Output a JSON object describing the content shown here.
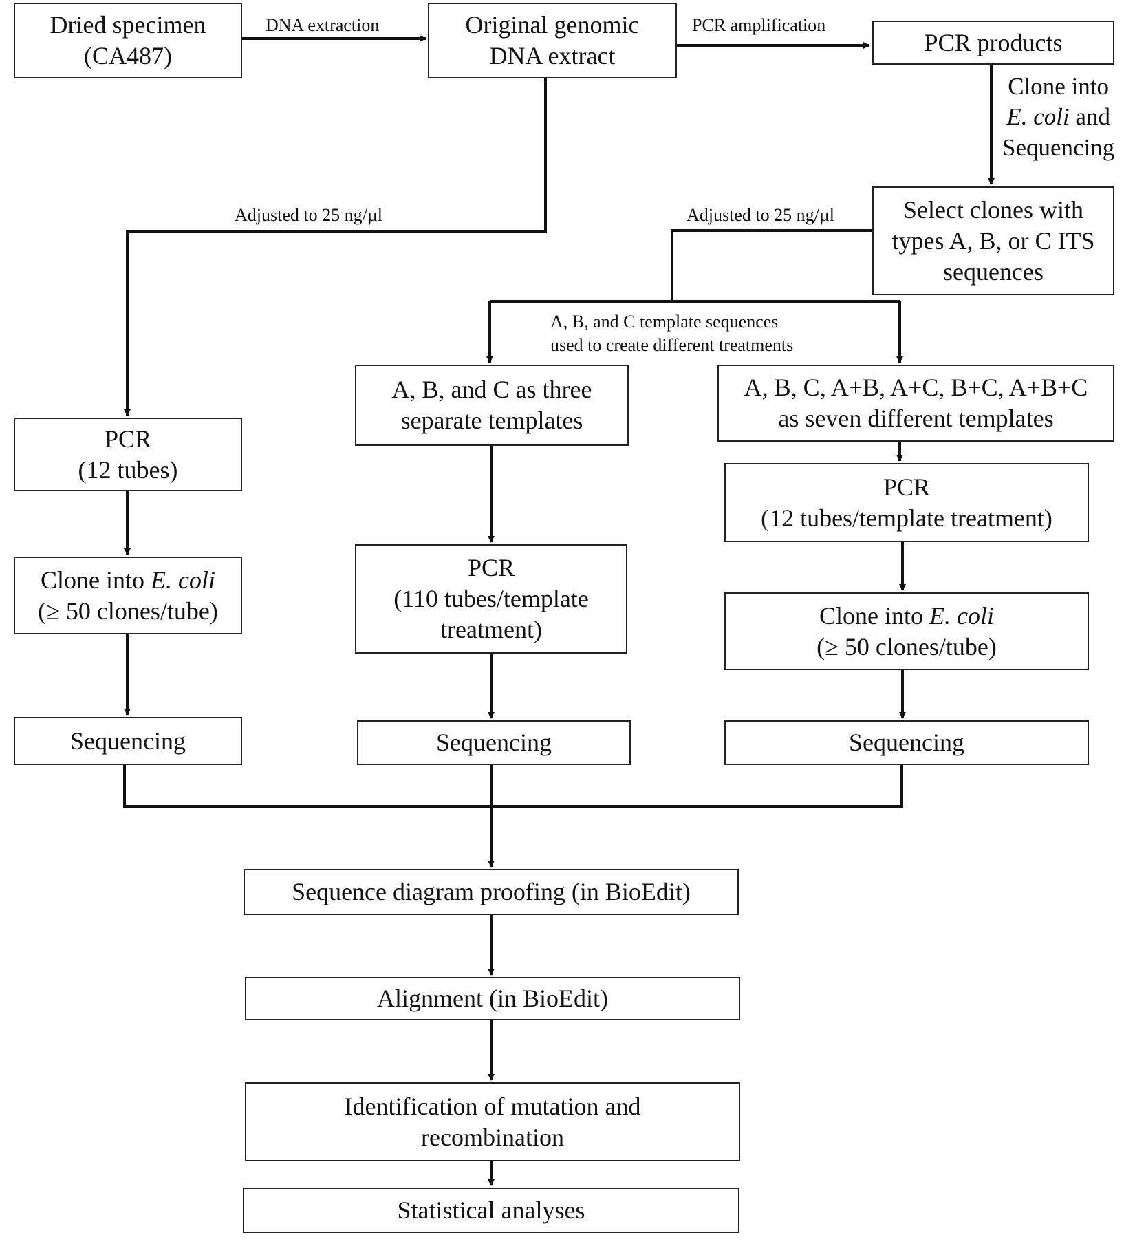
{
  "nodes": {
    "dried_specimen": [
      "Dried specimen",
      "(CA487)"
    ],
    "original_extract": [
      "Original genomic",
      "DNA extract"
    ],
    "pcr_products": [
      "PCR products"
    ],
    "select_clones": [
      "Select clones with",
      "types A, B, or C ITS",
      "sequences"
    ],
    "pcr_12": [
      "PCR",
      "(12 tubes)"
    ],
    "clone_left": {
      "prefix": "Clone into ",
      "italic": "E. coli",
      "line2": "(≥ 50 clones/tube)"
    },
    "seq_left": [
      "Sequencing"
    ],
    "abc_three": [
      "A, B, and C as three",
      "separate templates"
    ],
    "pcr_110": [
      "PCR",
      "(110 tubes/template",
      "treatment)"
    ],
    "seq_mid": [
      "Sequencing"
    ],
    "seven_templates": [
      "A, B, C, A+B, A+C, B+C, A+B+C",
      "as seven different templates"
    ],
    "pcr_12_template": [
      "PCR",
      "(12 tubes/template treatment)"
    ],
    "clone_right": {
      "prefix": "Clone into ",
      "italic": "E. coli",
      "line2": "(≥ 50 clones/tube)"
    },
    "seq_right": [
      "Sequencing"
    ],
    "proofing": [
      "Sequence diagram proofing (in BioEdit)"
    ],
    "alignment": [
      "Alignment (in BioEdit)"
    ],
    "identification": [
      "Identification of mutation and",
      "recombination"
    ],
    "statistical": [
      "Statistical analyses"
    ]
  },
  "edge_labels": {
    "dna_extraction": "DNA extraction",
    "pcr_amplification": "PCR amplification",
    "adjusted_left": "Adjusted to 25 ng/µl",
    "adjusted_right": "Adjusted to 25 ng/µl",
    "treatments": [
      "A, B, and C template sequences",
      "used to create different treatments"
    ],
    "clone_seq": {
      "line1": "Clone into",
      "italic": "E. coli",
      "and": " and",
      "line3": "Sequencing"
    }
  },
  "colors": {
    "line": "#111111",
    "border": "#222222",
    "text": "#111111"
  }
}
